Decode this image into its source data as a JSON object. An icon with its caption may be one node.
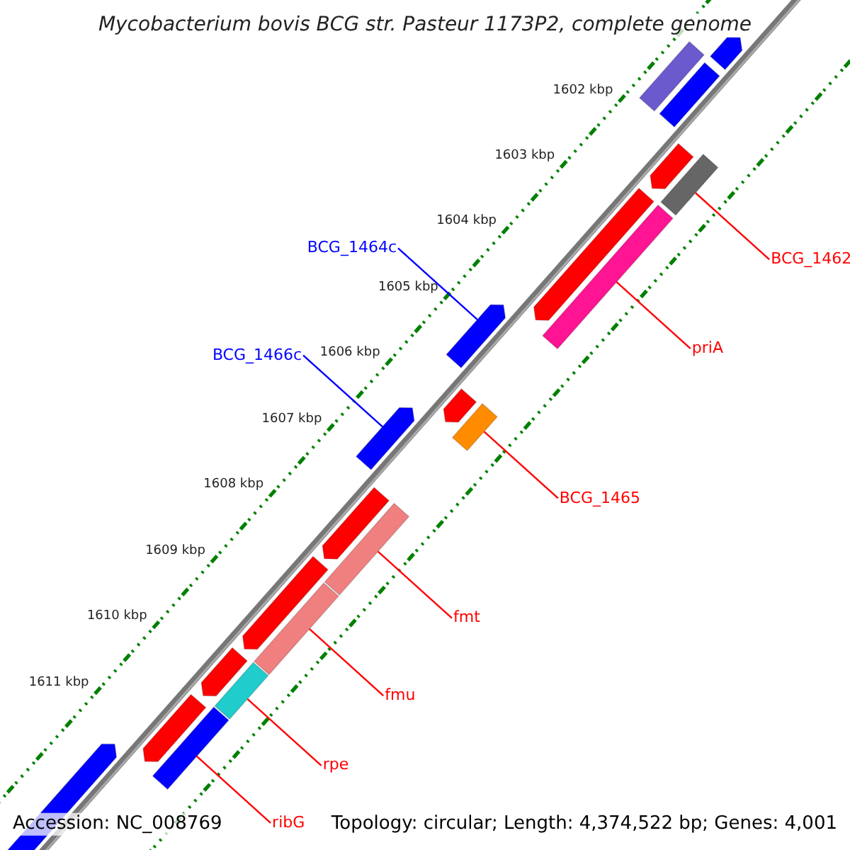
{
  "diagram": {
    "title": "Mycobacterium bovis BCG str. Pasteur 1173P2, complete genome",
    "nodes": [
      {
        "text": [
          "BCG_1464c"
        ]
      },
      {
        "text": [],
        "shape": "arrow"
      },
      {
        "text": [
          "BCG_1466c"
        ]
      },
      {
        "text": [],
        "shape": "arrow"
      },
      {
        "text": [
          "BCG_1462"
        ]
      },
      {
        "text": [],
        "shape": "bar"
      },
      {
        "text": [
          "priA"
        ]
      },
      {
        "text": [],
        "shape": "bar"
      },
      {
        "text": [
          "BCG_1465"
        ]
      },
      {
        "text": [],
        "shape": "bar"
      },
      {
        "text": [
          "fmt"
        ]
      },
      {
        "text": [],
        "shape": "bar"
      },
      {
        "text": [
          "fmu"
        ]
      },
      {
        "text": [],
        "shape": "bar"
      },
      {
        "text": [
          "rpe"
        ]
      },
      {
        "text": [],
        "shape": "bar"
      },
      {
        "text": [
          "ribG"
        ]
      },
      {
        "text": [],
        "shape": "bar"
      },
      {
        "text": [],
        "shape": "bar"
      },
      {
        "text": [],
        "shape": "arrow"
      },
      {
        "text": [],
        "shape": "bar"
      },
      {
        "text": [],
        "shape": "arrow"
      },
      {
        "text": [],
        "shape": "arrow"
      },
      {
        "text": [],
        "shape": "arrow"
      },
      {
        "text": [],
        "shape": "arrow"
      },
      {
        "text": [],
        "shape": "arrow"
      },
      {
        "text": [],
        "shape": "arrow"
      },
      {
        "text": [],
        "shape": "arrow"
      },
      {
        "text": [],
        "shape": "arrow"
      }
    ],
    "edges": [
      {
        "from": 0,
        "to": 1,
        "arrow": "none",
        "color": "#0000ff"
      },
      {
        "from": 2,
        "to": 3,
        "arrow": "none",
        "color": "#0000ff"
      },
      {
        "from": 4,
        "to": 5,
        "arrow": "none"
      },
      {
        "from": 6,
        "to": 7,
        "arrow": "none"
      },
      {
        "from": 8,
        "to": 9,
        "arrow": "none"
      },
      {
        "from": 10,
        "to": 11,
        "arrow": "none"
      },
      {
        "from": 12,
        "to": 13,
        "arrow": "none"
      },
      {
        "from": 14,
        "to": 15,
        "arrow": "none"
      },
      {
        "from": 16,
        "to": 17,
        "arrow": "none"
      }
    ],
    "labels": [
      "1602 kbp",
      "1603 kbp",
      "1604 kbp",
      "1605 kbp",
      "1606 kbp",
      "1607 kbp",
      "1608 kbp",
      "1609 kbp",
      "1610 kbp",
      "1611 kbp",
      "Accession: NC_008769",
      "Topology: circular; Length: 4,374,522 bp; Genes: 4,001"
    ]
  }
}
